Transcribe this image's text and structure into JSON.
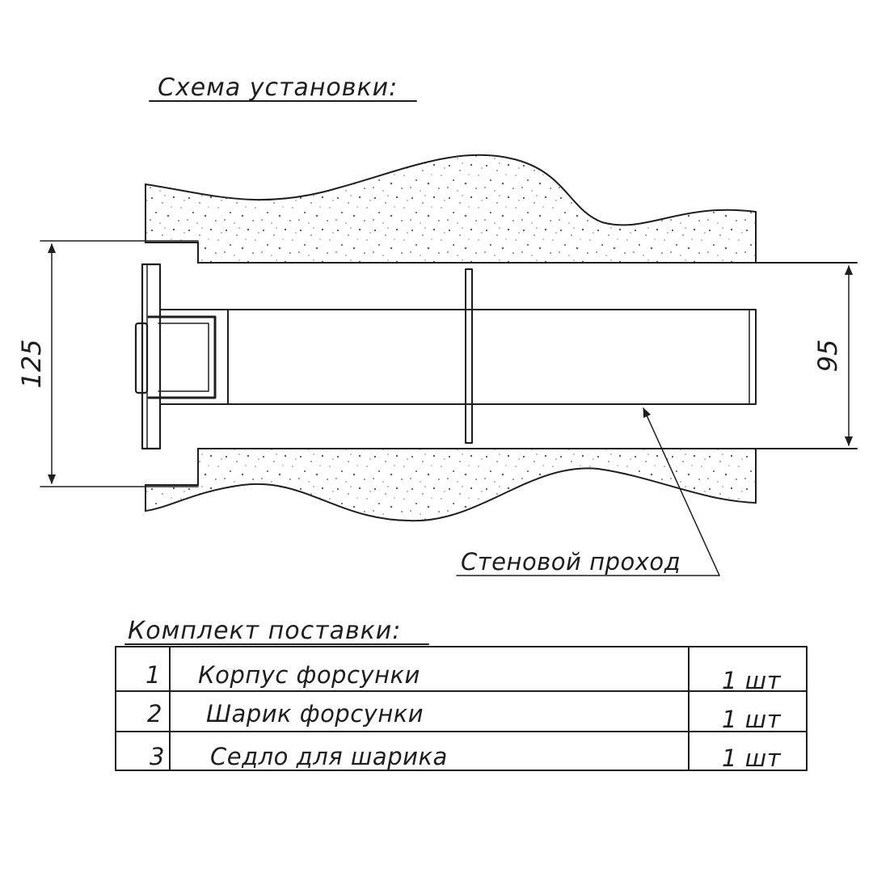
{
  "drawing": {
    "title": "Схема установки:",
    "dimension_total": "125",
    "dimension_bore": "95",
    "callout_label": "Стеновой проход"
  },
  "kit": {
    "title": "Комплект поставки:",
    "rows": [
      {
        "num": "1",
        "name": "Корпус форсунки",
        "qty": "1 шт"
      },
      {
        "num": "2",
        "name": "Шарик форсунки",
        "qty": "1 шт"
      },
      {
        "num": "3",
        "name": "Седло для шарика",
        "qty": "1 шт"
      }
    ]
  },
  "colors": {
    "ink": "#1e1e1e",
    "background": "#ffffff"
  }
}
